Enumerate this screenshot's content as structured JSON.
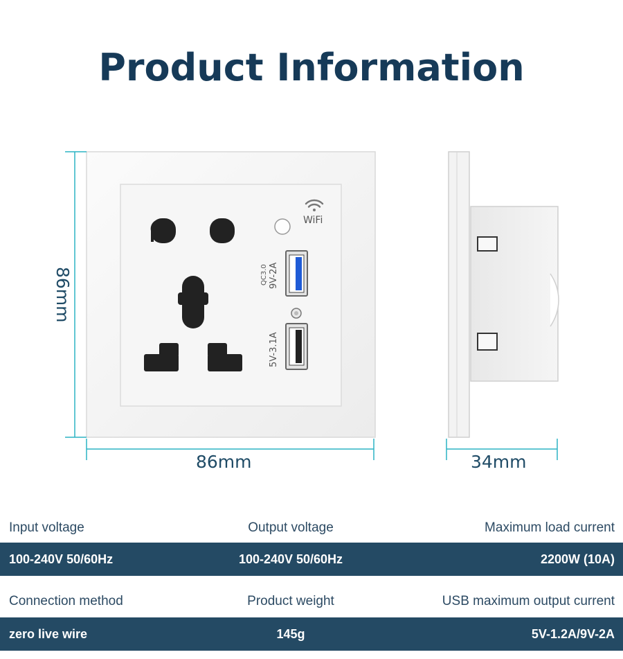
{
  "title": "Product Information",
  "dimensions": {
    "height": "86mm",
    "width": "86mm",
    "depth": "34mm"
  },
  "socket": {
    "wifi_label": "WiFi",
    "usb_top_line1": "QC3.0",
    "usb_top_line2": "9V-2A",
    "usb_bottom": "5V-3.1A"
  },
  "specs": [
    {
      "labels": [
        "Input voltage",
        "Output voltage",
        "Maximum load current"
      ],
      "values": [
        "100-240V 50/60Hz",
        "100-240V 50/60Hz",
        "2200W (10A)"
      ]
    },
    {
      "labels": [
        "Connection method",
        "Product weight",
        "USB maximum output current"
      ],
      "values": [
        "zero live wire",
        "145g",
        "5V-1.2A/9V-2A"
      ]
    }
  ],
  "colors": {
    "title": "#163a58",
    "bar": "#244a64",
    "dimension_line": "#2bb3c4",
    "usb_blue": "#1f5bd6"
  }
}
